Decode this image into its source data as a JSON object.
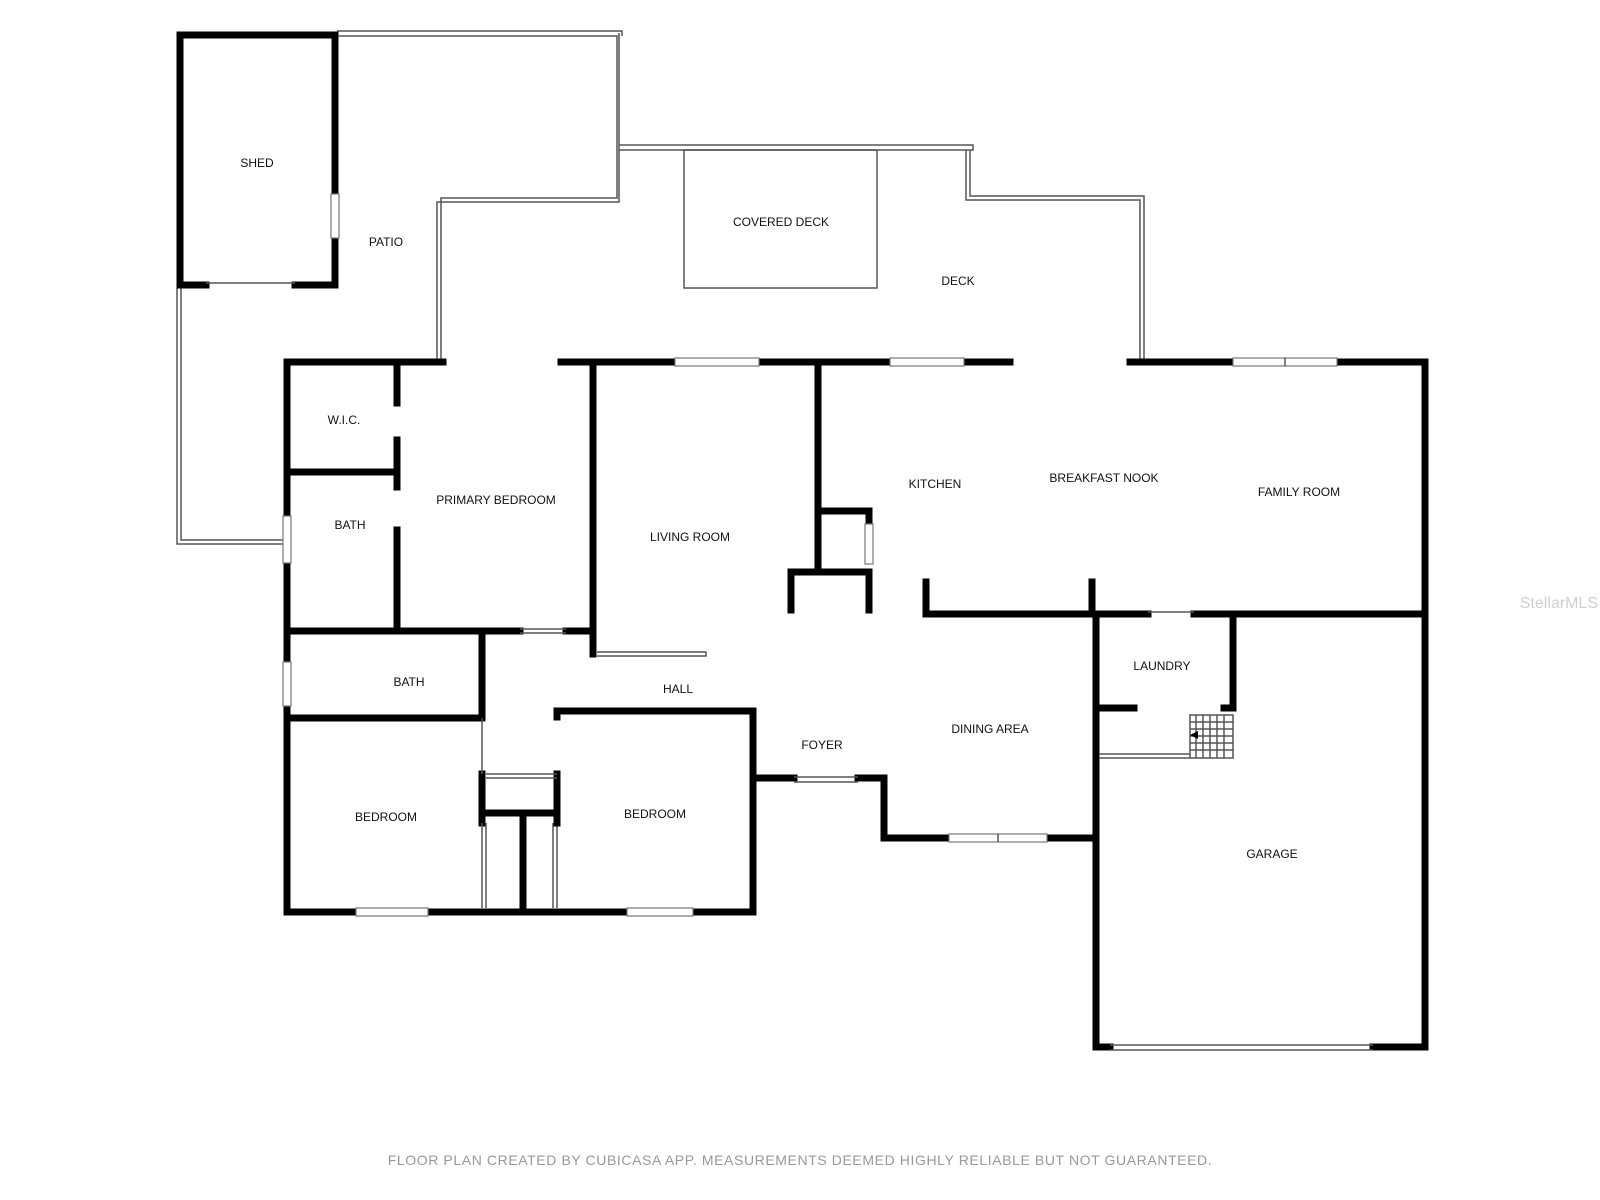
{
  "rooms": {
    "shed": "SHED",
    "patio": "PATIO",
    "covered_deck": "COVERED DECK",
    "deck": "DECK",
    "wic": "W.I.C.",
    "bath_primary": "BATH",
    "primary_bedroom": "PRIMARY BEDROOM",
    "living_room": "LIVING ROOM",
    "kitchen": "KITCHEN",
    "breakfast_nook": "BREAKFAST NOOK",
    "family_room": "FAMILY ROOM",
    "bath_hall": "BATH",
    "hall": "HALL",
    "laundry": "LAUNDRY",
    "foyer": "FOYER",
    "dining_area": "DINING AREA",
    "bedroom_left": "BEDROOM",
    "bedroom_middle": "BEDROOM",
    "garage": "GARAGE"
  },
  "watermark": "StellarMLS",
  "footer": "FLOOR PLAN CREATED BY CUBICASA APP. MEASUREMENTS DEEMED HIGHLY RELIABLE BUT NOT GUARANTEED.",
  "colors": {
    "walls": "#000000",
    "background": "#ffffff",
    "footer_text": "#999999"
  }
}
